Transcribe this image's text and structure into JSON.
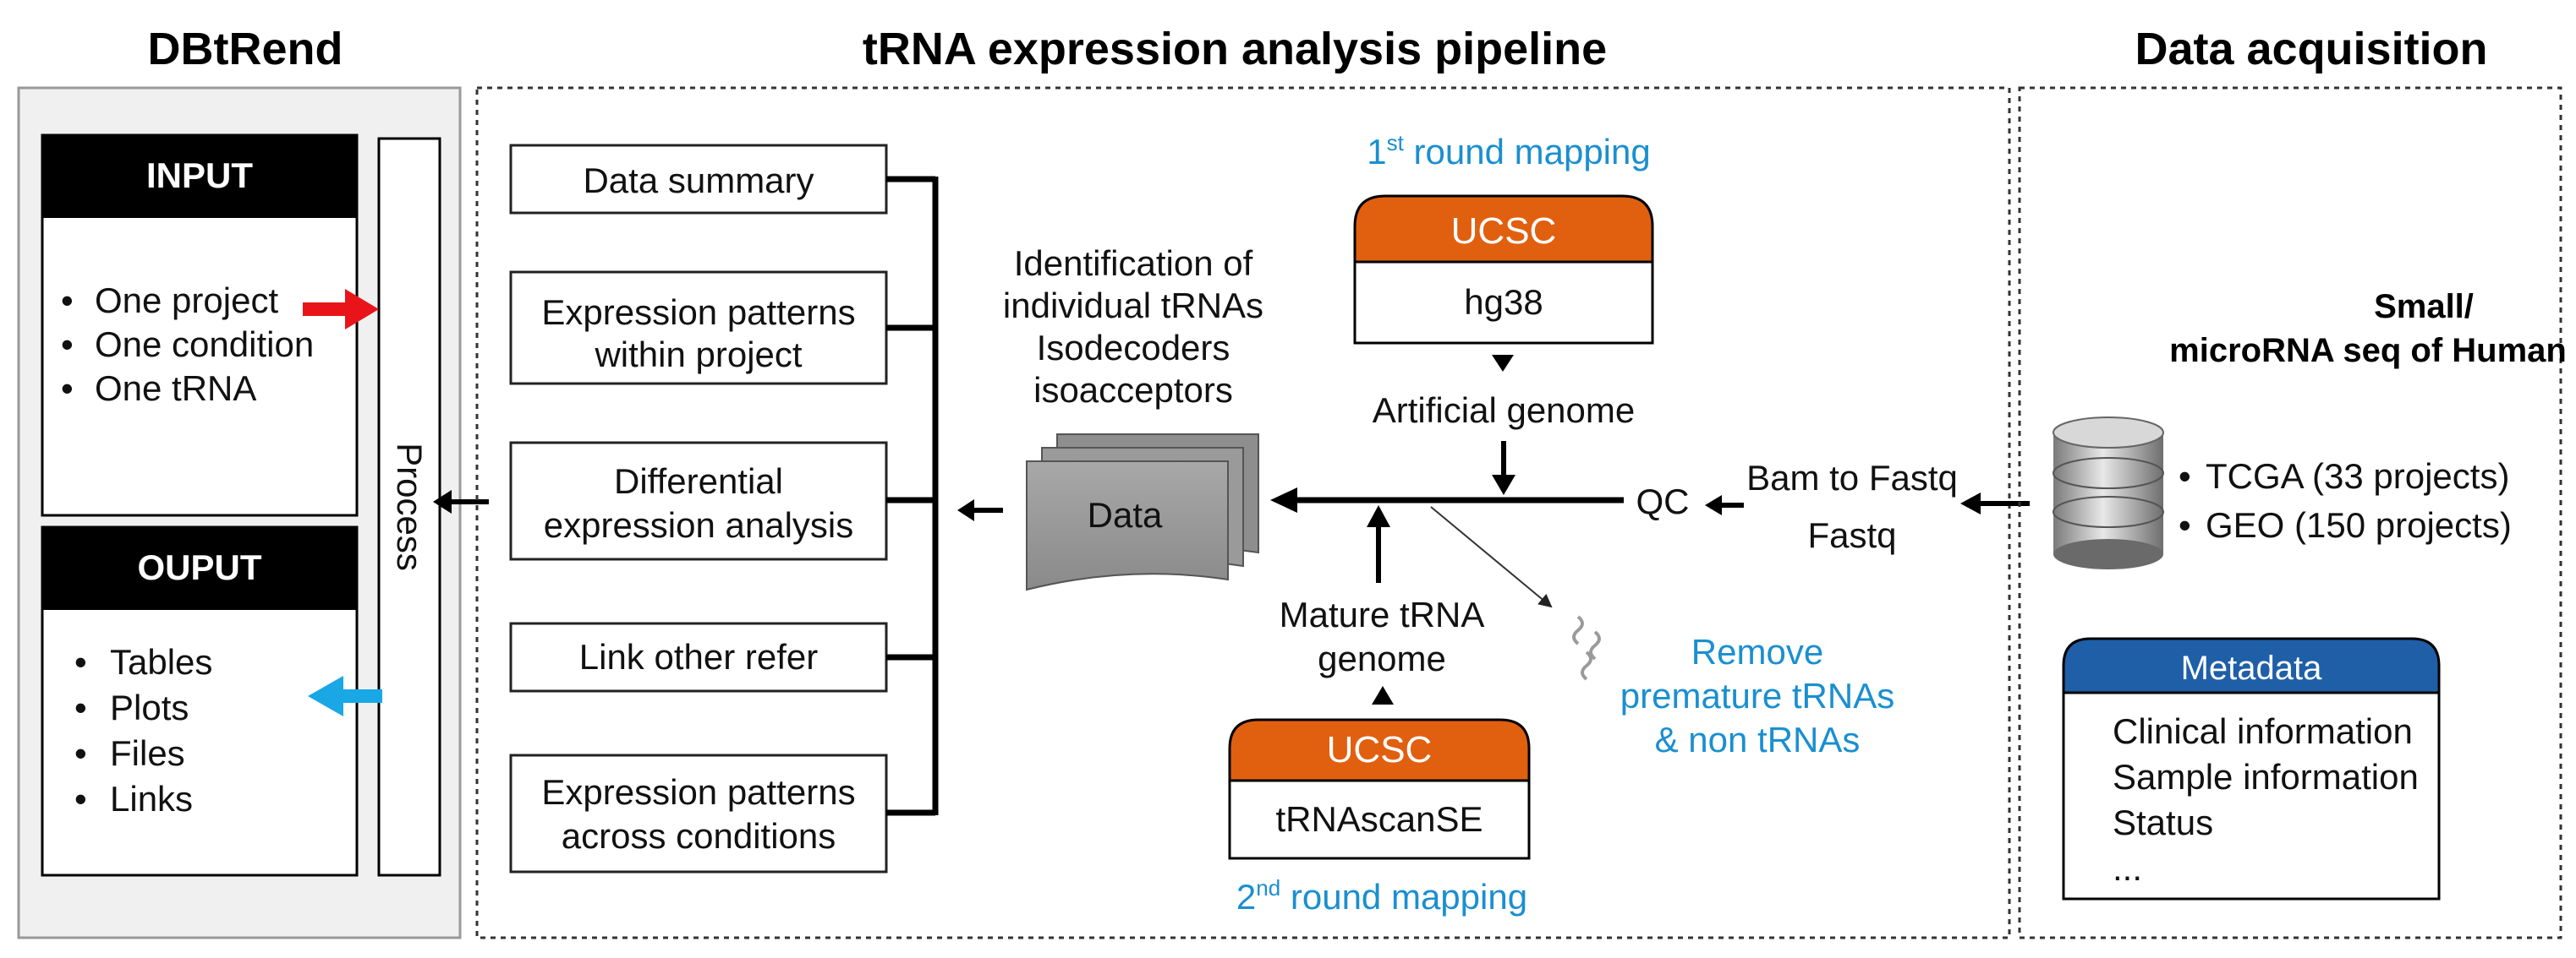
{
  "sections": {
    "dbtrend": {
      "title": "DBtRend"
    },
    "pipeline": {
      "title": "tRNA expression analysis pipeline"
    },
    "acquisition": {
      "title": "Data acquisition"
    }
  },
  "input_box": {
    "header": "INPUT",
    "items": [
      "One project",
      "One condition",
      "One tRNA"
    ]
  },
  "output_box": {
    "header": "OUPUT",
    "items": [
      "Tables",
      "Plots",
      "Files",
      "Links"
    ]
  },
  "process": {
    "label": "Process"
  },
  "analyses": [
    {
      "lines": [
        "Data summary"
      ]
    },
    {
      "lines": [
        "Expression patterns",
        "within project"
      ]
    },
    {
      "lines": [
        "Differential",
        "expression analysis"
      ]
    },
    {
      "lines": [
        "Link other refer"
      ]
    },
    {
      "lines": [
        "Expression patterns",
        "across conditions"
      ]
    }
  ],
  "identification": {
    "lines": [
      "Identification of",
      "individual tRNAs",
      "Isodecoders",
      "isoacceptors"
    ]
  },
  "data_stack": {
    "label": "Data"
  },
  "round1": {
    "label_main": "1",
    "label_sup": "st",
    "label_rest": " round mapping",
    "db": "UCSC",
    "ref": "hg38",
    "genome": "Artificial genome"
  },
  "round2": {
    "label_main": "2",
    "label_sup": "nd",
    "label_rest": " round mapping",
    "db": "UCSC",
    "ref": "tRNAscanSE",
    "genome_lines": [
      "Mature tRNA",
      "genome"
    ]
  },
  "qc": {
    "label": "QC"
  },
  "removal": {
    "lines": [
      "Remove",
      "premature tRNAs",
      "& non tRNAs"
    ]
  },
  "conversion": {
    "lines": [
      "Bam to Fastq",
      "Fastq"
    ]
  },
  "source": {
    "title_lines": [
      "Small/",
      "microRNA seq of Human"
    ],
    "items": [
      "TCGA (33 projects)",
      "GEO (150 projects)"
    ]
  },
  "metadata": {
    "header": "Metadata",
    "items": [
      "Clinical information",
      "Sample information",
      "Status",
      "..."
    ]
  },
  "colors": {
    "orange": "#e06010",
    "blue_text": "#1a8fd0",
    "metadata_blue": "#1f5fa8",
    "red_arrow": "#e8141a",
    "cyan_arrow": "#19a7e6",
    "panel_gray": "#f0f0f0"
  }
}
